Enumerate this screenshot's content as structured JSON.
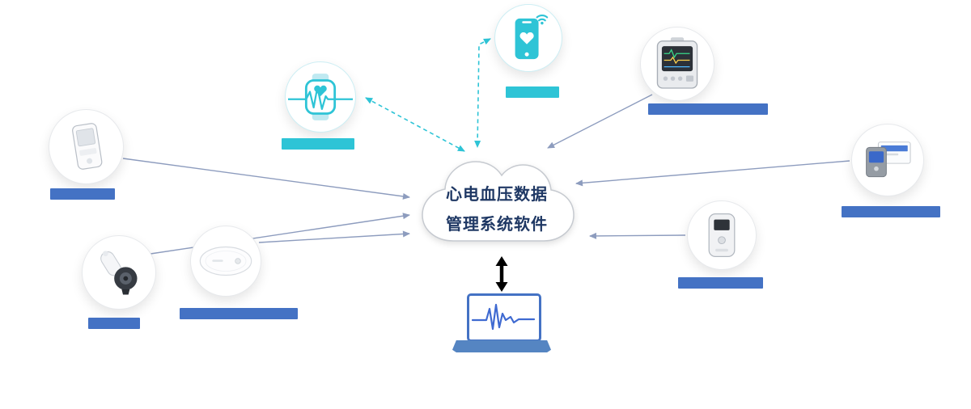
{
  "cloud": {
    "title_line1": "心电血压数据",
    "title_line2": "管理系统软件"
  },
  "colors": {
    "teal_accent": "#2EC4D6",
    "blue_label_bar": "#4472C4",
    "cloud_text": "#1F3864",
    "connector_gray": "#8D9CBE",
    "laptop_border_blue": "#4472C4",
    "laptop_base_blue": "#5585C2",
    "black_arrow": "#000000"
  },
  "nodes": [
    {
      "name": "handheld-ecg-device",
      "icon": "handheld-ecg-device-icon",
      "label_bar_color": "#4472C4"
    },
    {
      "name": "ear-thermometer",
      "icon": "ear-thermometer-icon",
      "label_bar_color": "#4472C4"
    },
    {
      "name": "wireless-ecg-patch",
      "icon": "ecg-patch-icon",
      "label_bar_color": "#4472C4"
    },
    {
      "name": "smartwatch",
      "icon": "smartwatch-ecg-icon",
      "label_bar_color": "#2EC4D6"
    },
    {
      "name": "smartphone-app",
      "icon": "smartphone-heart-icon",
      "label_bar_color": "#2EC4D6"
    },
    {
      "name": "patient-monitor",
      "icon": "patient-monitor-icon",
      "label_bar_color": "#4472C4"
    },
    {
      "name": "ambulatory-bp-monitor",
      "icon": "bp-monitor-icon",
      "label_bar_color": "#4472C4"
    },
    {
      "name": "holter-recorder",
      "icon": "holter-recorder-icon",
      "label_bar_color": "#4472C4"
    }
  ],
  "laptop": {
    "name": "management-software-laptop",
    "icon": "laptop-ecg-icon"
  },
  "connections": {
    "dashed_teal": [
      "smartwatch - cloud",
      "smartphone-app - cloud"
    ],
    "solid_gray_into_cloud": [
      "handheld-ecg-device",
      "ear-thermometer",
      "wireless-ecg-patch",
      "patient-monitor",
      "ambulatory-bp-monitor",
      "holter-recorder"
    ],
    "black_double_arrow": "cloud - laptop"
  }
}
